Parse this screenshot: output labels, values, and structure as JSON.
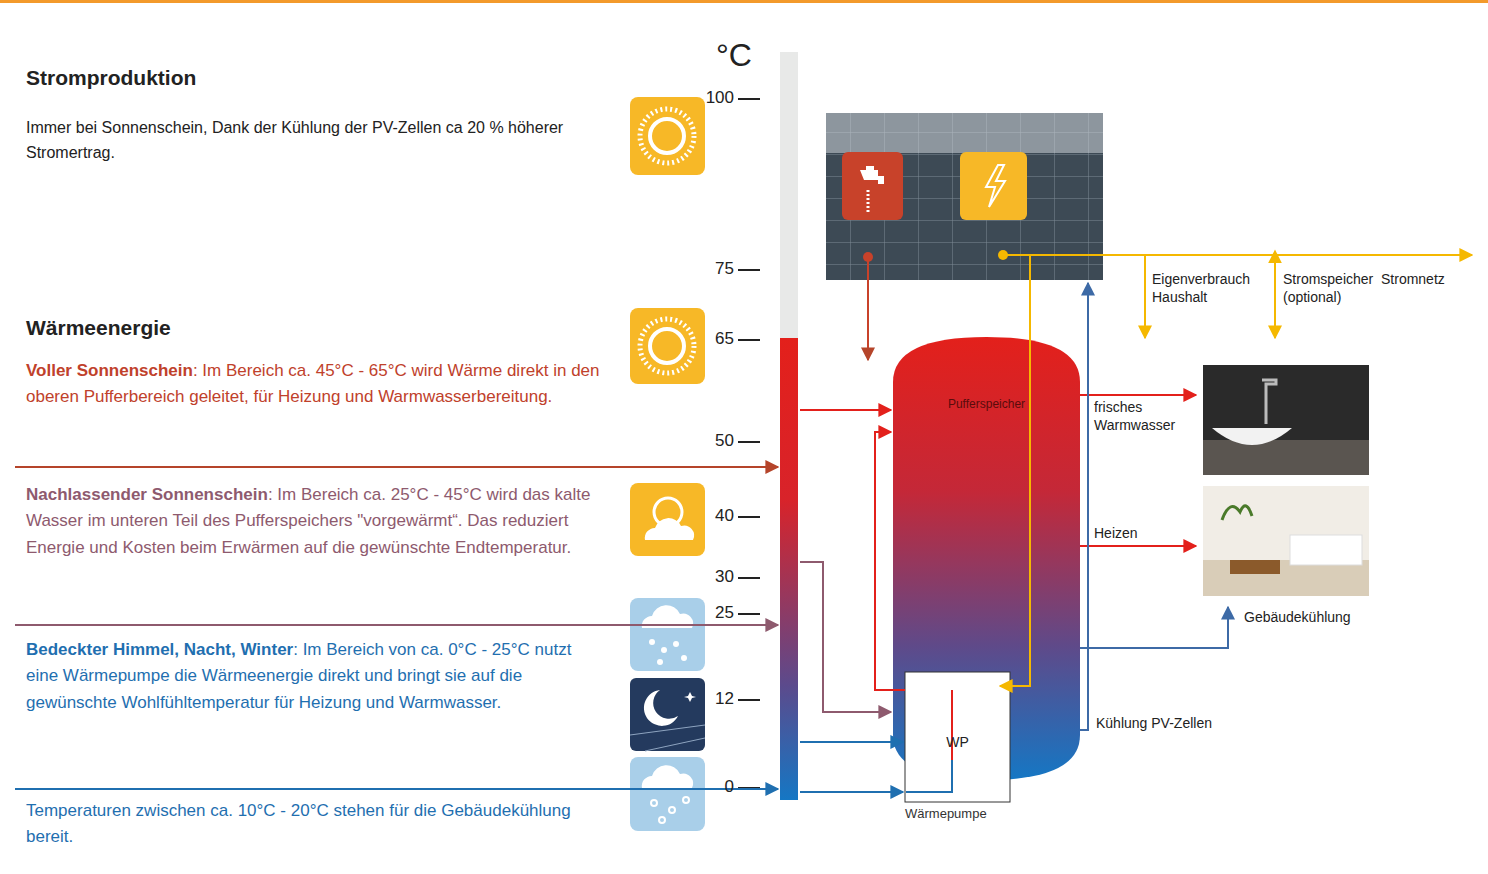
{
  "diagram": {
    "nodes": [
      {
        "text": [
          "Pufferspeicher"
        ]
      },
      {
        "text": [
          "WP",
          "Wärmepumpe"
        ],
        "in": 0
      }
    ],
    "edges": [
      {
        "from": 1,
        "to": 0,
        "arrow": "to"
      }
    ],
    "labels": [
      "Stromproduktion",
      "Immer bei Sonnenschein, Dank der Kühlung der PV-Zellen ca 20 % höherer Stromertrag.",
      "Wärmeenergie",
      "Voller Sonnenschein",
      ": Im Bereich ca. 45°C - 65°C wird Wärme direkt in den oberen Pufferbereich geleitet, für Heizung und Warmwasserbereitung.",
      "Nachlassender Sonnenschein",
      ": Im Bereich ca. 25°C - 45°C wird das kalte Wasser im unteren Teil des Pufferspeichers \"vorgewärmt“. Das reduziert Energie und Kosten beim Erwärmen auf die gewünschte Endtemperatur.",
      "Bedeckter Himmel, Nacht, Winter",
      ": Im Bereich von ca. 0°C - 25°C nutzt eine Wärmepumpe die Wärmeenergie direkt und bringt sie auf die gewünschte Wohlfühltemperatur für Heizung und Warmwasser.",
      "Temperaturen zwischen ca. 10°C - 20°C stehen für die Gebäudekühlung bereit.",
      "°C",
      "100",
      "75",
      "65",
      "50",
      "40",
      "30",
      "25",
      "12",
      "0",
      "Eigenverbrauch Haushalt",
      "Stromspeicher (optional)",
      "Stromnetz",
      "frisches Warmwasser",
      "Heizen",
      "Gebäudekühlung",
      "Kühlung PV-Zellen"
    ]
  }
}
